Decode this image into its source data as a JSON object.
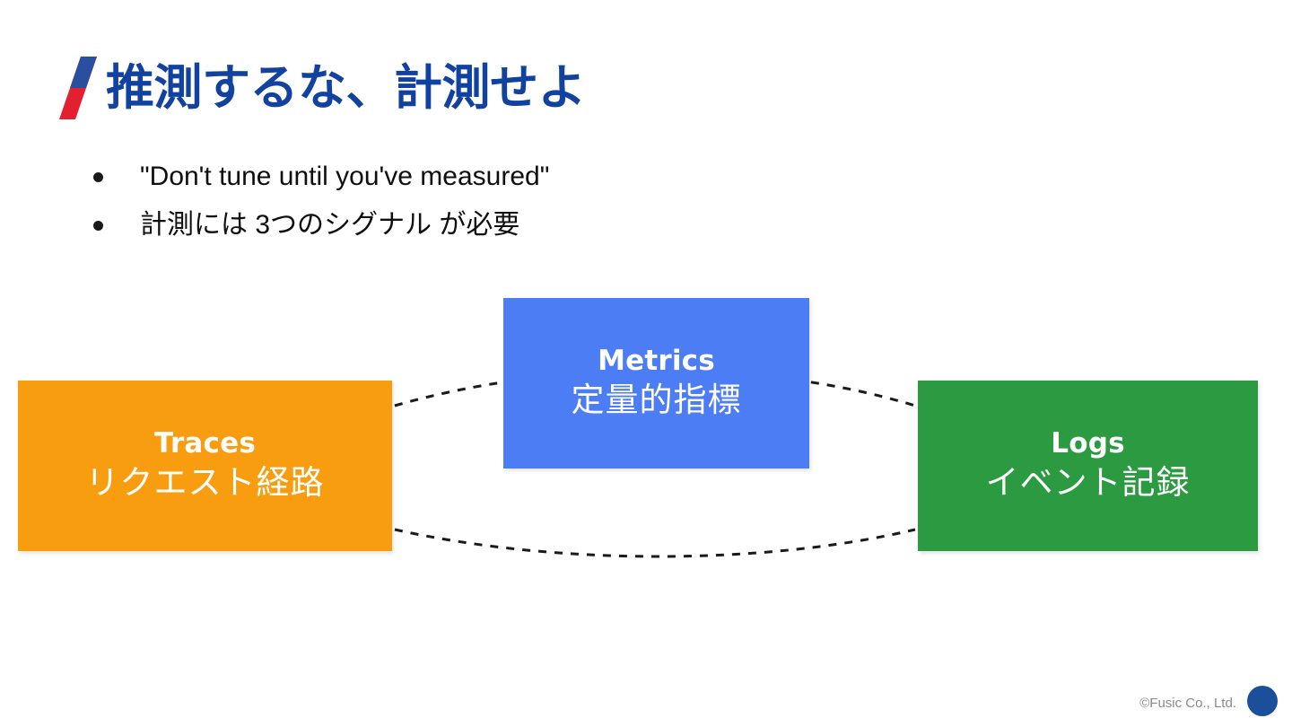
{
  "slide": {
    "title": "推測するな、計測せよ",
    "logo_icon": "fusic-slash-icon",
    "logo_colors": {
      "top": "#2a4f9e",
      "bottom": "#e3202f"
    },
    "title_color": "#12429f",
    "background": "#ffffff"
  },
  "bullets": [
    {
      "marker": "●",
      "text": "\"Don't tune until you've measured\""
    },
    {
      "marker": "●",
      "text": "計測には 3つのシグナル が必要"
    }
  ],
  "diagram": {
    "type": "three-pillars-of-observability",
    "connector_style": "dashed-ellipse",
    "connector_color": "#1a1a1a",
    "boxes": [
      {
        "id": "traces",
        "en": "Traces",
        "jp": "リクエスト経路",
        "color": "#f99d10",
        "text_color": "#ffffff"
      },
      {
        "id": "metrics",
        "en": "Metrics",
        "jp": "定量的指標",
        "color": "#4c7df4",
        "text_color": "#ffffff"
      },
      {
        "id": "logs",
        "en": "Logs",
        "jp": "イベント記録",
        "color": "#2b9a41",
        "text_color": "#ffffff"
      }
    ]
  },
  "footer": {
    "copyright": "©Fusic Co., Ltd.",
    "dot_icon": "brand-circle-icon",
    "dot_color": "#1b4f9c"
  }
}
